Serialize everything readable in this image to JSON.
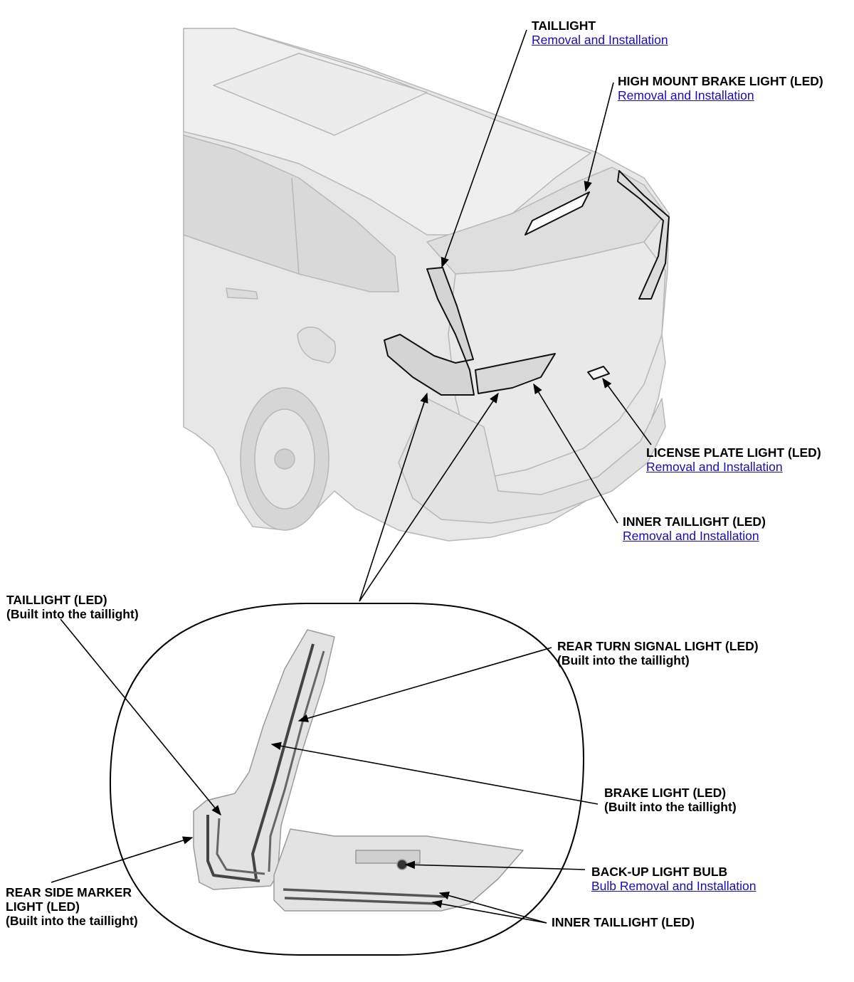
{
  "labels": {
    "taillight": {
      "title": "TAILLIGHT",
      "link": "Removal and Installation"
    },
    "high_mount": {
      "title": "HIGH MOUNT BRAKE LIGHT (LED)",
      "link": "Removal and Installation"
    },
    "license": {
      "title": "LICENSE PLATE LIGHT (LED)",
      "link": "Removal and Installation"
    },
    "inner_taillight_top": {
      "title": "INNER TAILLIGHT (LED)",
      "link": "Removal and Installation"
    },
    "taillight_led": {
      "line1": "TAILLIGHT (LED)",
      "line2": "(Built into the taillight)"
    },
    "rear_turn": {
      "line1": "REAR TURN SIGNAL LIGHT (LED)",
      "line2": "(Built into the taillight)"
    },
    "brake": {
      "line1": "BRAKE LIGHT (LED)",
      "line2": "(Built into the taillight)"
    },
    "backup": {
      "title": "BACK-UP LIGHT BULB",
      "link": "Bulb Removal and Installation"
    },
    "rear_side_marker": {
      "line1": "REAR SIDE MARKER",
      "line2": "LIGHT (LED)",
      "line3": "(Built into the taillight)"
    },
    "inner_taillight_bottom": {
      "title": "INNER TAILLIGHT (LED)"
    }
  },
  "colors": {
    "link": "#1a0dab",
    "body_fill": "#e6e6e6",
    "body_stroke": "#b5b5b5",
    "line": "#000000"
  }
}
